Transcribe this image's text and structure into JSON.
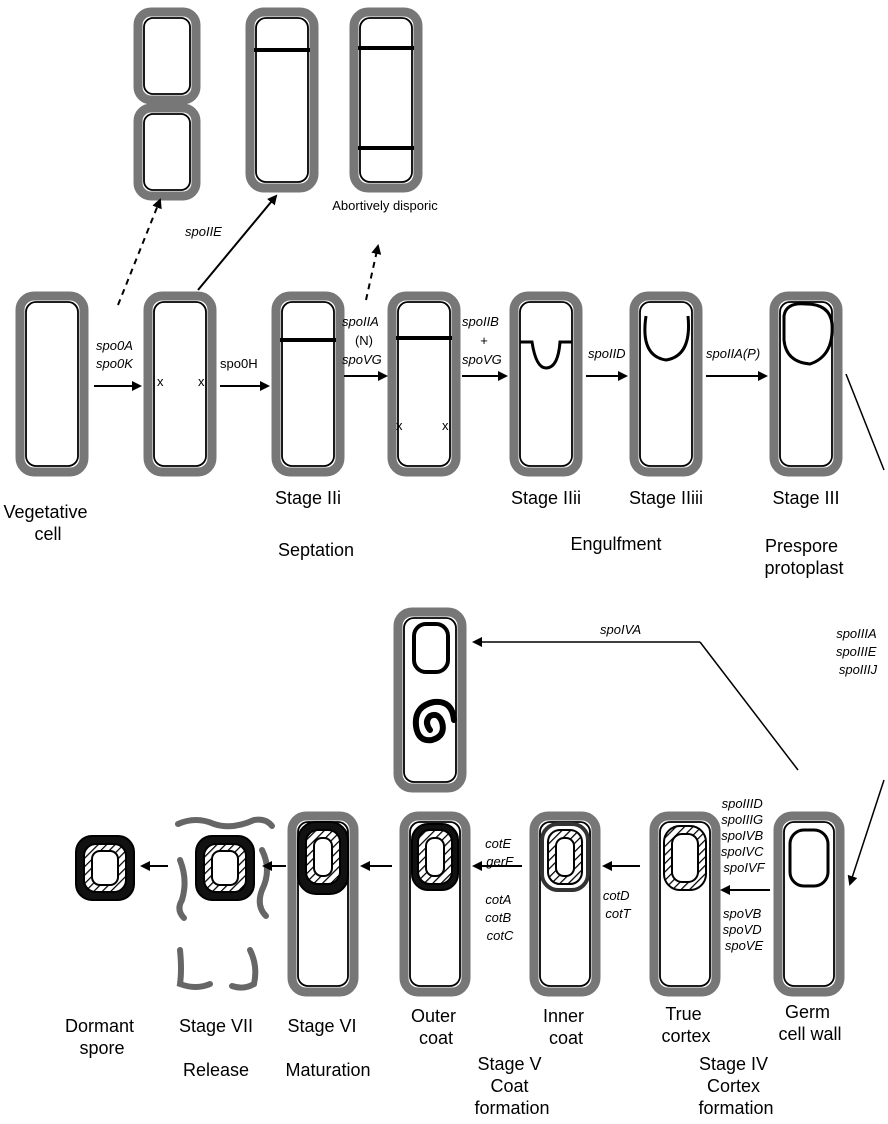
{
  "colors": {
    "ink": "#000000",
    "wall": "#777777",
    "background": "#ffffff"
  },
  "top": {
    "abortive_label": "Abortively disporic",
    "spoIIE": "spoIIE"
  },
  "row1": {
    "genes": {
      "spo0A_spo0K": [
        "spo0A",
        "spo0K"
      ],
      "spo0H": "spo0H",
      "spoIIA_N_spoVG": [
        "spoIIA",
        "(N)",
        "spoVG"
      ],
      "spoIIB_spoVG": [
        "spoIIB",
        "+",
        "spoVG"
      ],
      "spoIID": "spoIID",
      "spoIIA_P": "spoIIA(P)"
    },
    "labels": {
      "vegetative": [
        "Vegetative",
        "cell"
      ],
      "stage_iii_i": "Stage IIi",
      "stage_iii_ii": "Stage IIii",
      "stage_iii_iii": "Stage IIiii",
      "stage_iii": "Stage III",
      "septation": "Septation",
      "engulfment": "Engulfment",
      "prespore": [
        "Prespore",
        "protoplast"
      ]
    },
    "markers": {
      "x": "x"
    }
  },
  "middle": {
    "spoIVA": "spoIVA",
    "spoIII_genes": [
      "spoIIIA",
      "spoIIIE",
      "spoIIIJ"
    ]
  },
  "row2": {
    "genes": {
      "stage_iv_upper": [
        "spoIIID",
        "spoIIIG",
        "spoIVB",
        "spoIVC",
        "spoIVF"
      ],
      "stage_iv_lower": [
        "spoVB",
        "spoVD",
        "spoVE"
      ],
      "cotD_cotT": [
        "cotD",
        "cotT"
      ],
      "cotE_gerE": [
        "cotE",
        "gerE"
      ],
      "cotABC": [
        "cotA",
        "cotB",
        "cotC"
      ]
    },
    "labels": {
      "germ": [
        "Germ",
        "cell wall"
      ],
      "true_cortex": [
        "True",
        "cortex"
      ],
      "inner_coat": [
        "Inner",
        "coat"
      ],
      "outer_coat": [
        "Outer",
        "coat"
      ],
      "stage_vi": "Stage VI",
      "stage_vii": "Stage VII",
      "dormant": [
        "Dormant",
        "spore"
      ],
      "stage_iv": [
        "Stage IV",
        "Cortex",
        "formation"
      ],
      "stage_v": [
        "Stage V",
        "Coat",
        "formation"
      ],
      "maturation": "Maturation",
      "release": "Release"
    }
  }
}
